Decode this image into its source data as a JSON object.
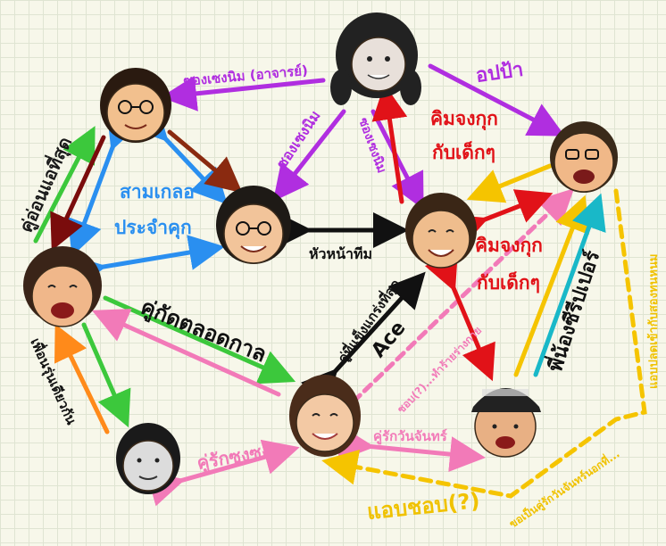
{
  "colors": {
    "purple": "#b02ee0",
    "blue": "#2a8ff0",
    "brown": "#8a2a10",
    "green": "#3cc83c",
    "dark_red": "#7a0c0c",
    "red": "#e11218",
    "gold": "#f5c400",
    "teal": "#19b8c8",
    "pink": "#f27ab8",
    "orange": "#ff8a1a",
    "black": "#111111",
    "label_blue": "#2a8ff0",
    "label_gold": "#f0c200"
  },
  "members": [
    {
      "key": "top_left",
      "icon": "man-glasses-face-icon",
      "skin": "#f2c08e",
      "hair": "#2a1a10"
    },
    {
      "key": "top_center",
      "icon": "woman-grayscale-face-icon",
      "skin": "#e8e0da",
      "hair": "#222222"
    },
    {
      "key": "top_right",
      "icon": "man-glasses-laughing-face-icon",
      "skin": "#f0b888",
      "hair": "#3a2a1a"
    },
    {
      "key": "mid_left",
      "icon": "man-glasses-smiling-face-icon",
      "skin": "#f2c49a",
      "hair": "#1e1a16"
    },
    {
      "key": "mid_right",
      "icon": "man-smiling-face-icon",
      "skin": "#efbd8d",
      "hair": "#3a2616"
    },
    {
      "key": "left",
      "icon": "man-laughing-face-icon",
      "skin": "#f0b78a",
      "hair": "#3a2418"
    },
    {
      "key": "bottom_left",
      "icon": "man-grayscale-face-icon",
      "skin": "#dcdcdc",
      "hair": "#1a1a1a"
    },
    {
      "key": "bottom_center",
      "icon": "woman-smiling-face-icon",
      "skin": "#f3c9a4",
      "hair": "#4a2c1a"
    },
    {
      "key": "bottom_right",
      "icon": "man-cap-face-icon",
      "skin": "#e8b084",
      "hair": "#222222"
    }
  ],
  "labels": {
    "song_ji_hyo_teacher": "ซองเซงนิม (อาจารย์)",
    "song_ji_hyo_left": "ซองเซงนิม",
    "song_ji_hyo_right": "ซองเซงนิม",
    "fanboy": "อปป้า",
    "kim_jong_kook_top": "คิมจงกุก",
    "with_kids_top": "กับเด็กๆ",
    "kim_jong_kook_right": "คิมจงกุก",
    "with_kids_right": "กับเด็กๆ",
    "weakest_pair": "คู่อ่อนแอที่สุด",
    "comedy_line1": "สามเกลอ",
    "comedy_line2": "ประจำคุก",
    "leader": "หัวหน้าทีม",
    "eternal_rivals": "คู่กัดตลอดกาล",
    "strongest_pair": "คู่ที่แข็งแกร่งที่สุด",
    "ace": "Ace",
    "secret_love": "ชอบ(?)...ทำร้ายร่างกาย",
    "monday_couple": "คู่รักวันจันทร์",
    "brother_super": "พี่น้องซีรีปเปอร์",
    "same_age": "เพื่อนรุ่นเดียวกัน",
    "sweet_couple": "คู่รักซงซง",
    "secretly_like": "แอบชอบ(?)",
    "dashed_note_right": "แอบปลดเข้ากับสองทนหนม",
    "dashed_note_bottom": "ขอเป็นคู่รักวันจันทร์นอกที่..."
  }
}
